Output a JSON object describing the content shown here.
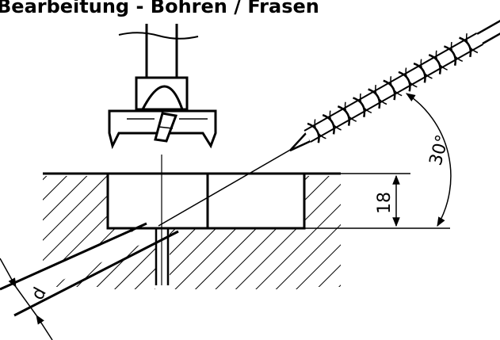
{
  "title": "Bearbeitung - Bohren / Fräsen",
  "dimensions": {
    "depth": "18",
    "angle": "30°",
    "diameter": "d"
  },
  "colors": {
    "ink": "#000000",
    "background": "#ffffff"
  }
}
